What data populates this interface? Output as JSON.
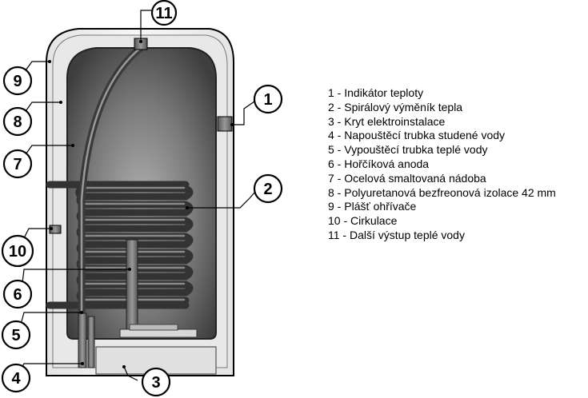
{
  "callouts": [
    {
      "id": "1"
    },
    {
      "id": "2"
    },
    {
      "id": "3"
    },
    {
      "id": "4"
    },
    {
      "id": "5"
    },
    {
      "id": "6"
    },
    {
      "id": "7"
    },
    {
      "id": "8"
    },
    {
      "id": "9"
    },
    {
      "id": "10"
    },
    {
      "id": "11"
    }
  ],
  "legend": [
    {
      "num": "1",
      "text": "Indikátor teploty"
    },
    {
      "num": "2",
      "text": "Spirálový výměník tepla"
    },
    {
      "num": "3",
      "text": "Kryt elektroinstalace"
    },
    {
      "num": "4",
      "text": "Napouštěcí trubka studené vody"
    },
    {
      "num": "5",
      "text": "Vypouštěcí trubka teplé vody"
    },
    {
      "num": "6",
      "text": "Hořčíková anoda"
    },
    {
      "num": "7",
      "text": "Ocelová smaltovaná nádoba"
    },
    {
      "num": "8",
      "text": "Polyuretanová bezfreonová izolace 42 mm"
    },
    {
      "num": "9",
      "text": "Plášť ohřívače"
    },
    {
      "num": "10",
      "text": "Cirkulace"
    },
    {
      "num": "11",
      "text": "Další výstup teplé vody"
    }
  ],
  "colors": {
    "casing": "#f3f3f3",
    "insulation": "#e2e2e2",
    "tank_dark": "#4a4a4a",
    "tank_light": "#a8a8a8",
    "coil": "#333333",
    "outline": "#000000"
  }
}
